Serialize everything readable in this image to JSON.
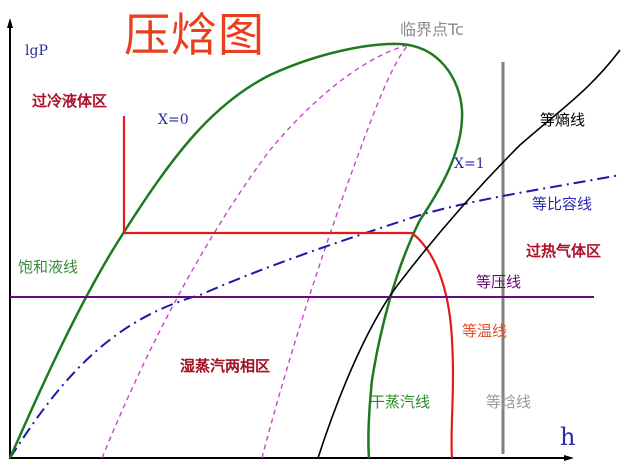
{
  "diagram": {
    "title": "压焓图",
    "colors": {
      "title": "#e8401e",
      "saturation_dome": "#1e7a1e",
      "isotherm": "#e01b1b",
      "isobar": "#6a0a7a",
      "isochore": "#1a1aaa",
      "isentrope": "#000000",
      "isenthalp": "#808080",
      "quality_lines": "#cc44cc",
      "region_labels": "#b0102a"
    },
    "axes": {
      "y_label": "lgP",
      "x_label": "h"
    },
    "labels": {
      "critical_point": "临界点Tc",
      "subcooled_region": "过冷液体区",
      "x0": "X=0",
      "x1": "X=1",
      "saturated_liquid_line": "饱和液线",
      "wet_vapor_region": "湿蒸汽两相区",
      "dry_vapor_line": "干蒸汽线",
      "isentropic_line": "等熵线",
      "isochoric_line": "等比容线",
      "superheated_region": "过热气体区",
      "isobaric_line": "等压线",
      "isothermal_line": "等温线",
      "isenthalpic_line": "等焓线"
    }
  }
}
